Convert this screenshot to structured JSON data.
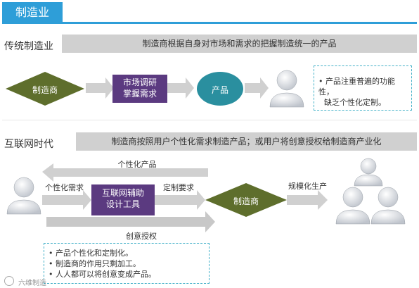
{
  "header": {
    "title": "制造业"
  },
  "traditional": {
    "title": "传统制造业",
    "description": "制造商根据自身对市场和需求的把握制造统一的产品",
    "manufacturer": "制造商",
    "research_line1": "市场调研",
    "research_line2": "掌握需求",
    "product": "产品",
    "note_line1": "• 产品注重普遍的功能性，",
    "note_line2": "缺乏个性化定制。"
  },
  "internet": {
    "title": "互联网时代",
    "description": "制造商按照用户个性化需求制造产品；或用户将创意授权给制造商产业化",
    "personalized_product": "个性化产品",
    "personalized_demand": "个性化需求",
    "tool_line1": "互联网辅助",
    "tool_line2": "设计工具",
    "custom_requirement": "定制要求",
    "manufacturer": "制造商",
    "mass_production": "规模化生产",
    "creative_license": "创意授权",
    "notes": [
      "• 产品个性化和定制化。",
      "• 制造商的作用只剩加工。",
      "• 人人都可以将创意变成产品。"
    ]
  },
  "watermark": "六维制造"
}
